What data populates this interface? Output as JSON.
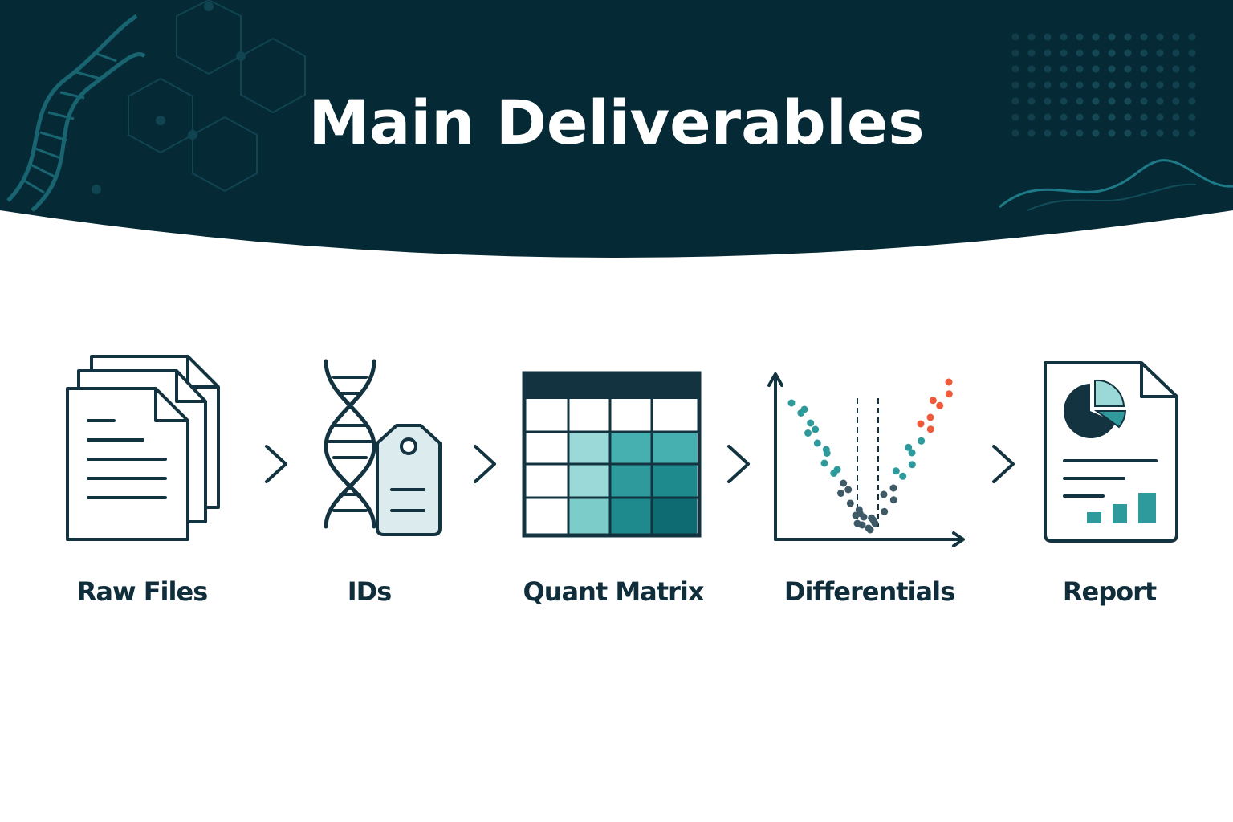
{
  "header": {
    "title": "Main Deliverables"
  },
  "stages": [
    {
      "label": "Raw Files",
      "icon": "stacked-documents-icon"
    },
    {
      "label": "IDs",
      "icon": "dna-tag-icon"
    },
    {
      "label": "Quant Matrix",
      "icon": "matrix-table-icon"
    },
    {
      "label": "Differentials",
      "icon": "volcano-plot-icon"
    },
    {
      "label": "Report",
      "icon": "report-document-icon"
    }
  ],
  "colors": {
    "navy": "#052a36",
    "ink": "#12333f",
    "teal_light": "#9ad9d8",
    "teal_mid": "#2e9a9c",
    "teal_dark": "#0f6b72",
    "orange": "#ef5a3a",
    "tag_fill": "#dcecee"
  }
}
